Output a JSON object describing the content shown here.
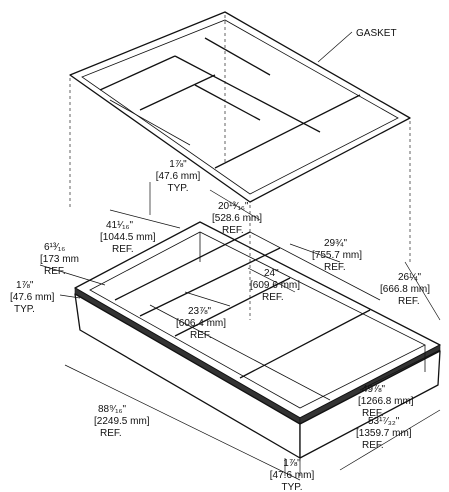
{
  "labels": {
    "gasket": "GASKET"
  },
  "dimensions": {
    "d1": {
      "l1": "1⅞\"",
      "l2": "[47.6 mm]",
      "l3": "TYP."
    },
    "d2": {
      "l1": "20¹³⁄₁₆\"",
      "l2": "[528.6 mm]",
      "l3": "REF."
    },
    "d3": {
      "l1": "41¹⁄₁₆\"",
      "l2": "[1044.5 mm]",
      "l3": "REF."
    },
    "d4": {
      "l1": "6¹³⁄₁₆",
      "l2": "[173 mm",
      "l3": "REF."
    },
    "d5": {
      "l1": "29¾\"",
      "l2": "[755.7 mm]",
      "l3": "REF."
    },
    "d6": {
      "l1": "24\"",
      "l2": "[609.6 mm]",
      "l3": "REF."
    },
    "d7": {
      "l1": "26¼\"",
      "l2": "[666.8 mm]",
      "l3": "REF."
    },
    "d8": {
      "l1": "1⅞\"",
      "l2": "[47.6 mm]",
      "l3": "TYP."
    },
    "d9": {
      "l1": "23⅞\"",
      "l2": "[606.4 mm]",
      "l3": "REF."
    },
    "d10": {
      "l1": "88⁹⁄₁₆\"",
      "l2": "[2249.5 mm]",
      "l3": "REF."
    },
    "d11": {
      "l1": "49⅞\"",
      "l2": "[1266.8 mm]",
      "l3": "REF."
    },
    "d12": {
      "l1": "53¹⁷⁄₃₂\"",
      "l2": "[1359.7 mm]",
      "l3": "REF."
    },
    "d13": {
      "l1": "1⅞\"",
      "l2": "[47.6 mm]",
      "l3": "TYP."
    }
  }
}
